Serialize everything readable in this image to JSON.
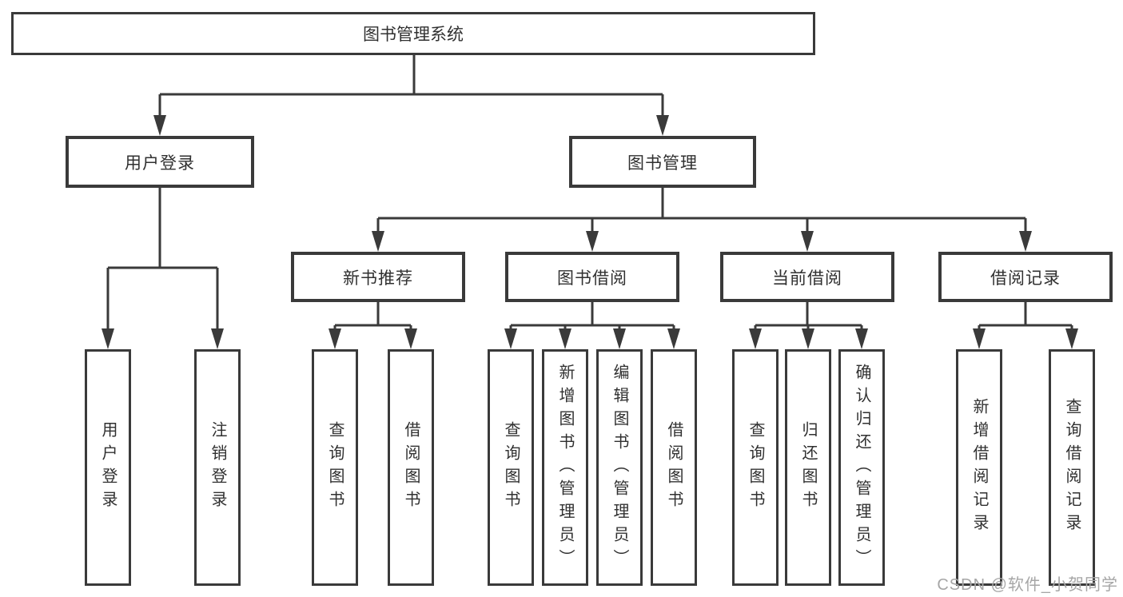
{
  "tree": {
    "root": {
      "label": "图书管理系统",
      "children": [
        {
          "label": "用户登录",
          "children": [
            {
              "label": "用户登录"
            },
            {
              "label": "注销登录"
            }
          ]
        },
        {
          "label": "图书管理",
          "children": [
            {
              "label": "新书推荐",
              "children": [
                {
                  "label": "查询图书"
                },
                {
                  "label": "借阅图书"
                }
              ]
            },
            {
              "label": "图书借阅",
              "children": [
                {
                  "label": "查询图书"
                },
                {
                  "label": "新增图书（管理员）"
                },
                {
                  "label": "编辑图书（管理员）"
                },
                {
                  "label": "借阅图书"
                }
              ]
            },
            {
              "label": "当前借阅",
              "children": [
                {
                  "label": "查询图书"
                },
                {
                  "label": "归还图书"
                },
                {
                  "label": "确认归还（管理员）"
                }
              ]
            },
            {
              "label": "借阅记录",
              "children": [
                {
                  "label": "新增借阅记录"
                },
                {
                  "label": "查询借阅记录"
                }
              ]
            }
          ]
        }
      ]
    }
  },
  "watermark": {
    "text": "CSDN @软件_小贺同学"
  },
  "colors": {
    "line": "#3a3a3a",
    "text": "#303030",
    "watermark": "#a6a6a6",
    "background": "#ffffff"
  }
}
